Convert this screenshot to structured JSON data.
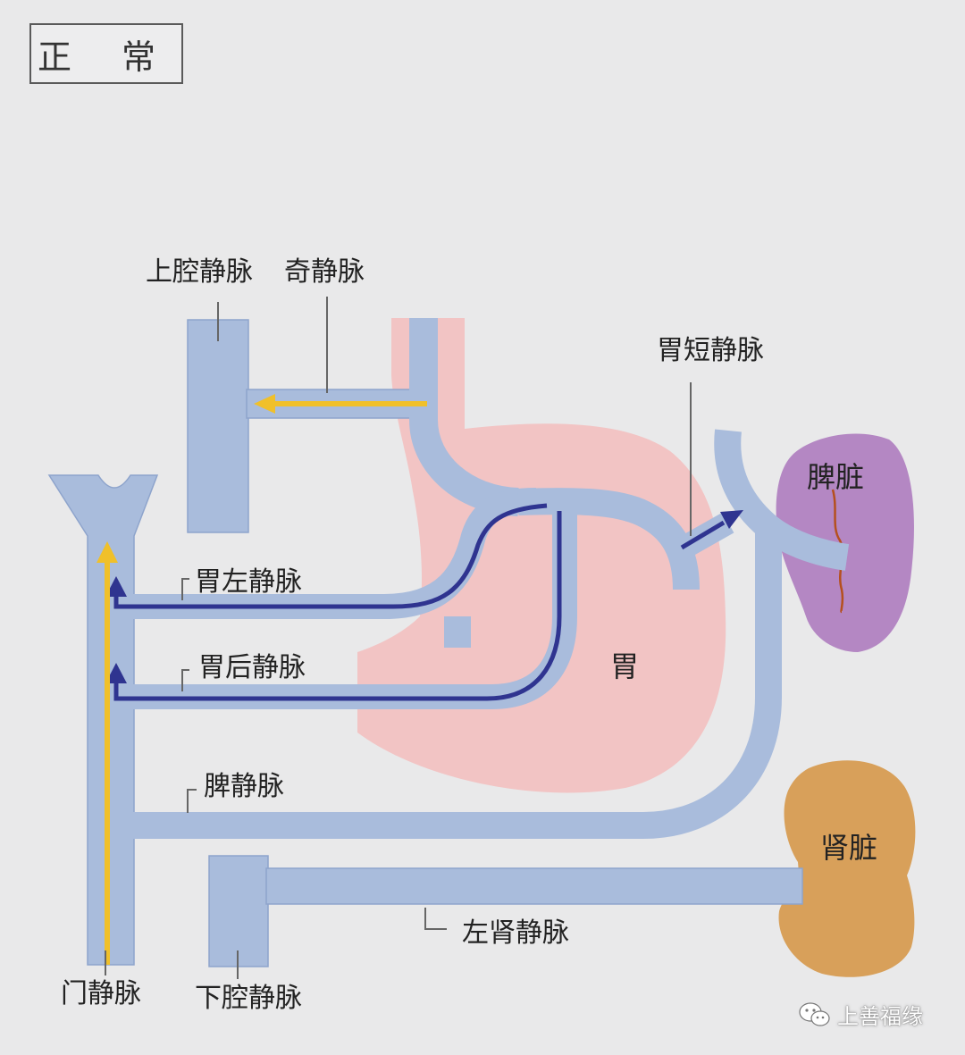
{
  "title": "正 常",
  "labels": {
    "svc": "上腔静脉",
    "azygos": "奇静脉",
    "short_gastric": "胃短静脉",
    "spleen": "脾脏",
    "left_gastric": "胃左静脉",
    "posterior_gastric": "胃后静脉",
    "stomach": "胃",
    "splenic_vein": "脾静脉",
    "kidney": "肾脏",
    "left_renal": "左肾静脉",
    "portal": "门静脉",
    "ivc": "下腔静脉"
  },
  "watermark": {
    "text": "上善福缘",
    "icon": "wechat-icon"
  },
  "colors": {
    "background": "#e9e9ea",
    "vein_fill": "#a9bcdc",
    "vein_edge": "#8ea4cc",
    "stomach": "#f2c4c4",
    "spleen": "#b487c3",
    "kidney": "#d8a05a",
    "flow_collateral": "#2f3490",
    "flow_portal": "#f0c02a"
  }
}
